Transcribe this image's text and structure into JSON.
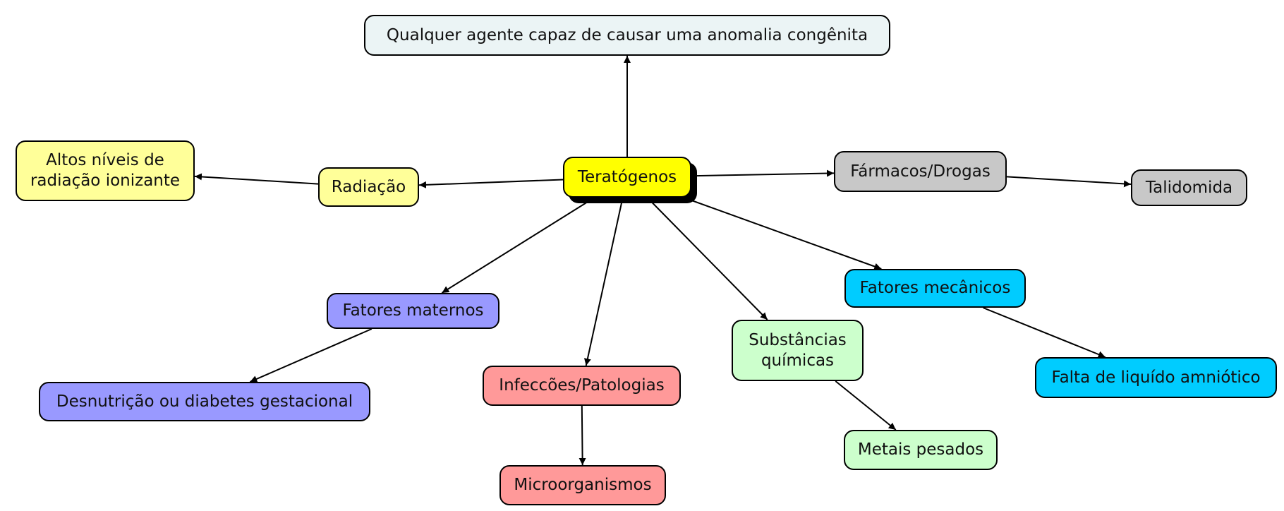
{
  "title": "Teratógenos",
  "nodes": [
    {
      "id": "root",
      "label": "Teratógenos",
      "color": "#ffff00"
    },
    {
      "id": "definition",
      "label": "Qualquer agente capaz de causar uma anomalia congênita",
      "color": "#ebf4f5"
    },
    {
      "id": "radiacao",
      "label": "Radiação",
      "color": "#ffff99"
    },
    {
      "id": "altos-niveis",
      "label": "Altos níveis de\nradiação ionizante",
      "color": "#ffff99"
    },
    {
      "id": "farmacos",
      "label": "Fármacos/Drogas",
      "color": "#c8c8c8"
    },
    {
      "id": "talidomida",
      "label": "Talidomida",
      "color": "#c8c8c8"
    },
    {
      "id": "fatores-maternos",
      "label": "Fatores maternos",
      "color": "#9999ff"
    },
    {
      "id": "desnutricao",
      "label": "Desnutrição ou diabetes gestacional",
      "color": "#9999ff"
    },
    {
      "id": "infeccoes",
      "label": "Infeccões/Patologias",
      "color": "#ff9999"
    },
    {
      "id": "microorganismos",
      "label": "Microorganismos",
      "color": "#ff9999"
    },
    {
      "id": "substancias",
      "label": "Substâncias\nquímicas",
      "color": "#ccffcc"
    },
    {
      "id": "metais",
      "label": "Metais pesados",
      "color": "#ccffcc"
    },
    {
      "id": "fatores-mecanicos",
      "label": "Fatores mecânicos",
      "color": "#00ccff"
    },
    {
      "id": "falta-liquido",
      "label": "Falta de liquído amniótico",
      "color": "#00ccff"
    }
  ],
  "edges": [
    {
      "from": "root",
      "to": "definition"
    },
    {
      "from": "root",
      "to": "radiacao"
    },
    {
      "from": "radiacao",
      "to": "altos-niveis"
    },
    {
      "from": "root",
      "to": "farmacos"
    },
    {
      "from": "farmacos",
      "to": "talidomida"
    },
    {
      "from": "root",
      "to": "fatores-maternos"
    },
    {
      "from": "fatores-maternos",
      "to": "desnutricao"
    },
    {
      "from": "root",
      "to": "infeccoes"
    },
    {
      "from": "infeccoes",
      "to": "microorganismos"
    },
    {
      "from": "root",
      "to": "substancias"
    },
    {
      "from": "substancias",
      "to": "metais"
    },
    {
      "from": "root",
      "to": "fatores-mecanicos"
    },
    {
      "from": "fatores-mecanicos",
      "to": "falta-liquido"
    }
  ]
}
